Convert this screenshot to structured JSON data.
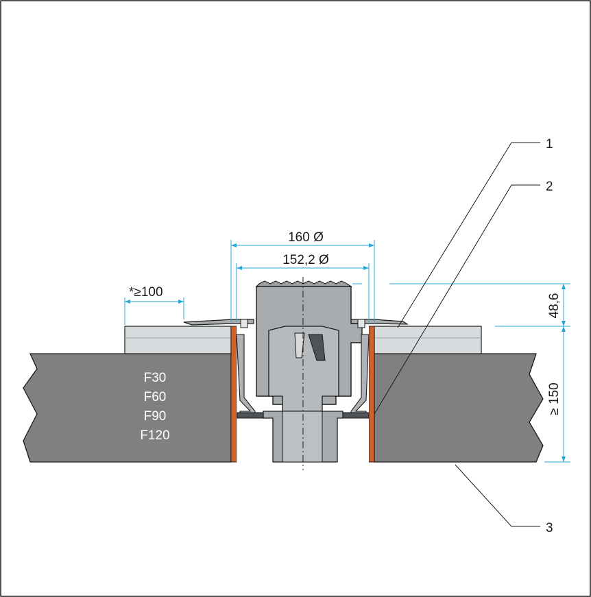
{
  "figure": {
    "callouts": [
      "1",
      "2",
      "3"
    ],
    "dimensions": {
      "outer_diameter": "160 Ø",
      "inner_diameter": "152,2 Ø",
      "min_distance": "*≥100",
      "flange_height": "48,6",
      "slab_thickness": "≥ 150"
    },
    "fire_ratings": [
      "F30",
      "F60",
      "F90",
      "F120"
    ]
  },
  "colors": {
    "dimension_line": "#29a6d8",
    "slab": "#808080",
    "insulation": "#d6dbde",
    "fire_sleeve": "#d2622a",
    "drain_body": "#a9acae",
    "outline": "#1a1a1a"
  }
}
